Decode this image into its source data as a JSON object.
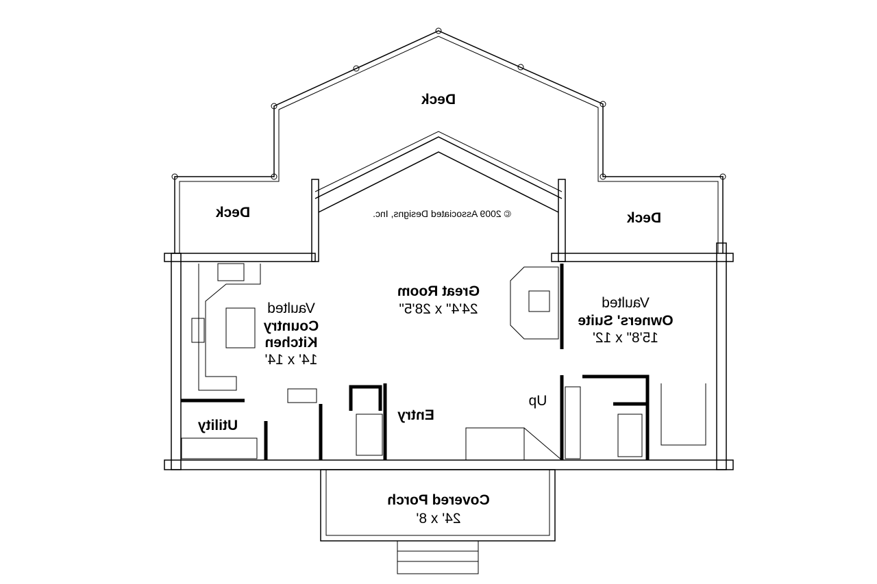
{
  "copyright": "© 2009 Associated Designs, Inc.",
  "rooms": {
    "deck_top": "Deck",
    "deck_left": "Deck",
    "deck_right": "Deck",
    "great_room": {
      "name": "Great Room",
      "size": "24'4\" x 28'5\""
    },
    "kitchen": {
      "line1": "Vaulted",
      "line2": "Country",
      "line3": "Kitchen",
      "size": "14' x 14'"
    },
    "owners_suite": {
      "line1": "Vaulted",
      "line2": "Owners' Suite",
      "size": "15'8\" x 12'"
    },
    "utility": "Utility",
    "entry": "Entry",
    "stairs": "Up",
    "porch": {
      "name": "Covered Porch",
      "size": "24' x 8'"
    }
  }
}
